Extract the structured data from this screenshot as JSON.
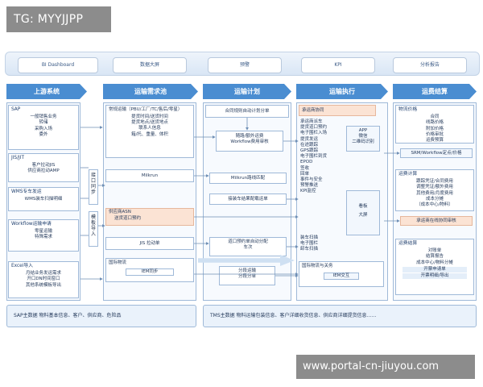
{
  "watermark_top": "TG: MYYJJPP",
  "watermark_bottom": "www.portal-cn-jiuyou.com",
  "top_tabs": [
    "BI Dashboard",
    "数据大屏",
    "预警",
    "KPI",
    "分析报告"
  ],
  "phases": [
    "上游系统",
    "运输需求池",
    "运输计划",
    "运输执行",
    "运费结算"
  ],
  "upstream": {
    "sap": {
      "title": "SAP",
      "lines": [
        "一般销售业务",
        "转储",
        "采购入场",
        "委外"
      ]
    },
    "jis": {
      "title": "JIS/JIT",
      "lines": [
        "客户拉动JIS",
        "供应商拉动AMP"
      ]
    },
    "wms": {
      "title": "WMS专车发运",
      "lines": [
        "WMS装车扫描明细"
      ]
    },
    "workflow": {
      "title": "Workflow运输申请",
      "lines": [
        "零星运输",
        "特殊需求"
      ]
    },
    "excel": {
      "title": "Excel导入",
      "lines": [
        "月结业务发运需求",
        "开口DN时间窗口",
        "其他系统模板导出"
      ]
    }
  },
  "vertical_labels": {
    "interface": "接口同步",
    "template": "模板导入"
  },
  "demand": {
    "routine": {
      "title": "常规运输（PBU/工厂/TC/售后/零星）",
      "lines": [
        "提货时间/送货时间",
        "提货地点/送货地点",
        "联系人信息",
        "箱/托、重量、体积"
      ]
    },
    "milkrun": "Milkrun",
    "asn": {
      "title": "供应商ASN",
      "line": "送货道口预约"
    },
    "jis_pull": "JIS 拉动单",
    "intl": {
      "title": "国际物流",
      "line": "IEM同步"
    }
  },
  "plan": {
    "header": "合同规则自动计划分单",
    "route": [
      "随路/额外运费",
      "Workflow费用审核"
    ],
    "milkrun_route": "Milkrun路线匹配",
    "receive": "接装车结果配载运单",
    "dock": [
      "道口预约单自动分配",
      "车次"
    ],
    "split": [
      "分段运输",
      "分段分单"
    ]
  },
  "exec": {
    "header": "承运商协同",
    "lines": [
      "承运商派车",
      "提货道口预约",
      "电子围栏入场",
      "提货发运",
      "在途跟踪",
      "GPS跟踪",
      "电子围栏到货",
      "EPOD",
      "签收",
      "回单",
      "事件与安全",
      "预警推送",
      "KPI监控"
    ],
    "app": [
      "APP",
      "微信",
      "二维码识别"
    ],
    "board": [
      "看板",
      "大屏"
    ],
    "scan": [
      "装车扫描",
      "电子围栏",
      "卸车扫描"
    ],
    "intl": "国际物流与关务",
    "iem": "IEM交互"
  },
  "settle": {
    "price": {
      "title": "物流价格",
      "lines": [
        "合同",
        "线路价格",
        "附加价格",
        "价格审批",
        "运费预算"
      ]
    },
    "srm": "SRM/Workflow定点/价格",
    "calc": {
      "title": "运费计算",
      "lines": [
        "跟踪凭证/合同费用",
        "调整凭证/额外费用",
        "其他费用/月度费用",
        "成本分摊",
        "（成本中心/物料）"
      ]
    },
    "carrier_confirm": "承运商在线协同审核",
    "settle": {
      "title": "运费结算",
      "lines": [
        "对账单",
        "结算报告",
        "成本中心/物料分摊",
        "开票申请单",
        "开票明细/导出"
      ]
    }
  },
  "bottom": {
    "sap_master": "SAP主数据   物料基本信息、客户、供应商、危险品",
    "tms_master": "TMS主数据   物料运输包装信息、客户详细收货信息、供应商详细提货信息……"
  },
  "colors": {
    "phase": "#4a8dd1",
    "border": "#9fb9d8",
    "highlight": "#fbe3d4"
  }
}
